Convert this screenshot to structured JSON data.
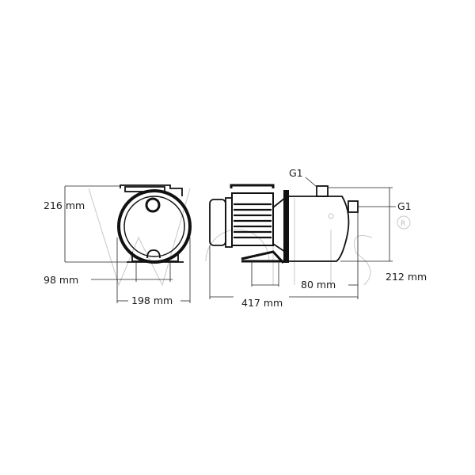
{
  "watermark": {
    "logo_text": "Wellis",
    "registered_mark": "R"
  },
  "front_view": {
    "height_label": "216 mm",
    "foot_spacing_label": "98 mm",
    "width_label": "198 mm"
  },
  "side_view": {
    "outlet_label": "G1",
    "inlet_label": "G1",
    "height_label": "212 mm",
    "foot_offset_label": "80 mm",
    "length_label": "417 mm"
  }
}
